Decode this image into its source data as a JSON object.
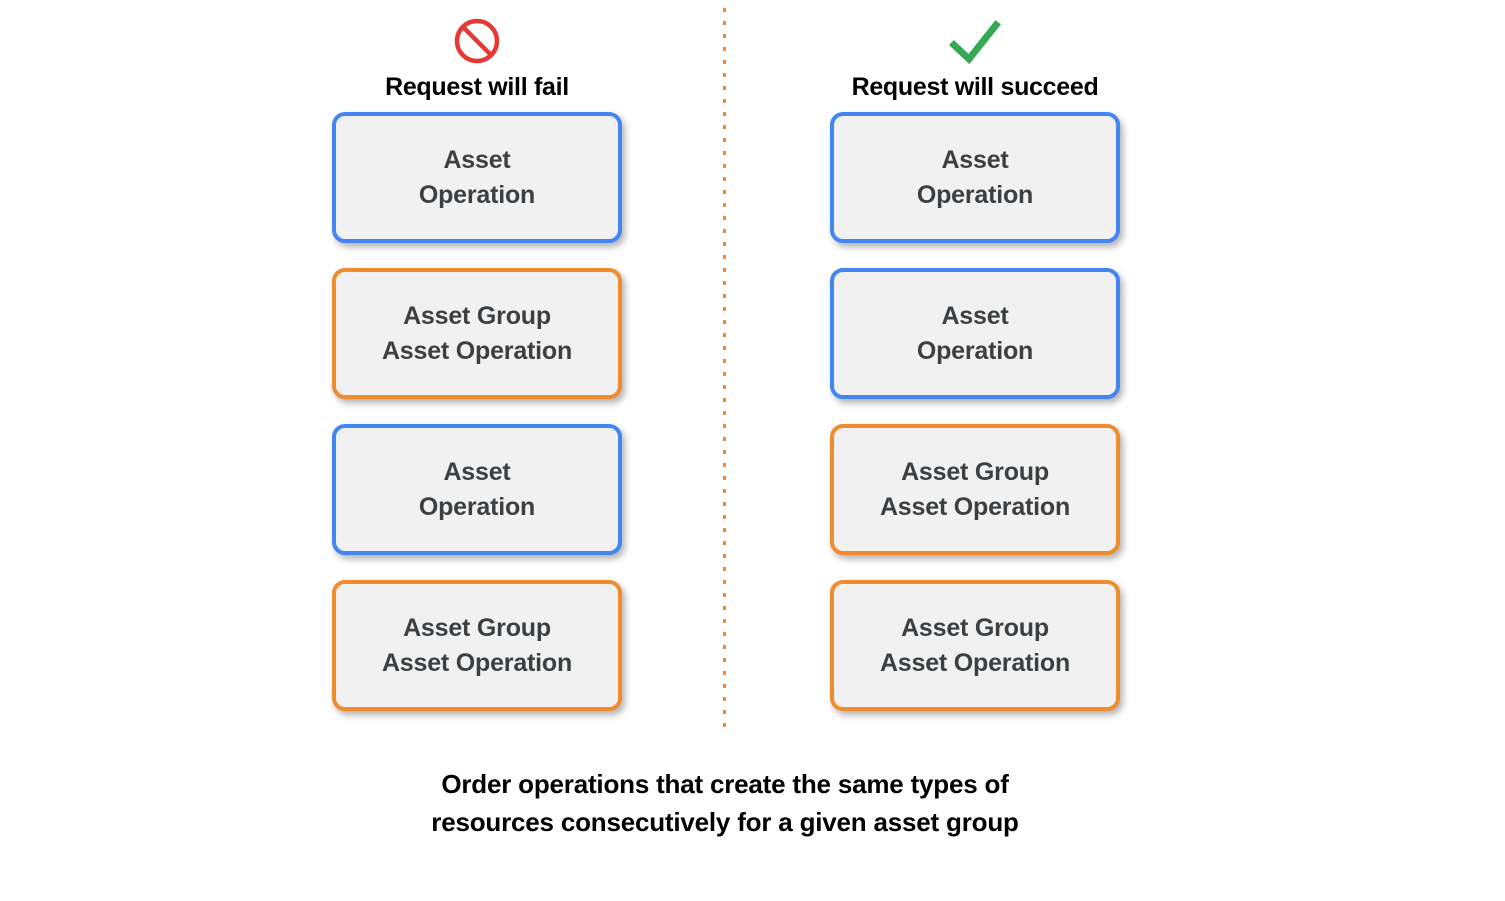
{
  "diagram": {
    "type": "comparison-diagram",
    "background_color": "#ffffff",
    "caption": "Order operations that create the same types of\nresources consecutively for a given asset group",
    "divider": {
      "style": "dotted-vertical",
      "color": "#ee8c2e"
    },
    "colors": {
      "asset_operation_border": "#4285f4",
      "asset_group_operation_border": "#ee8c2e",
      "card_fill": "#f1f1f1",
      "card_text": "#3c4043",
      "fail_icon": "#e53935",
      "succeed_icon": "#34a853"
    },
    "columns": [
      {
        "id": "fail",
        "icon_name": "prohibition-icon",
        "icon_color": "#e53935",
        "header": "Request will fail",
        "cards": [
          {
            "label": "Asset\nOperation",
            "kind": "asset-operation",
            "border_color": "#4285f4"
          },
          {
            "label": "Asset Group\nAsset Operation",
            "kind": "asset-group-asset-operation",
            "border_color": "#ee8c2e"
          },
          {
            "label": "Asset\nOperation",
            "kind": "asset-operation",
            "border_color": "#4285f4"
          },
          {
            "label": "Asset Group\nAsset Operation",
            "kind": "asset-group-asset-operation",
            "border_color": "#ee8c2e"
          }
        ]
      },
      {
        "id": "succeed",
        "icon_name": "checkmark-icon",
        "icon_color": "#34a853",
        "header": "Request will succeed",
        "cards": [
          {
            "label": "Asset\nOperation",
            "kind": "asset-operation",
            "border_color": "#4285f4"
          },
          {
            "label": "Asset\nOperation",
            "kind": "asset-operation",
            "border_color": "#4285f4"
          },
          {
            "label": "Asset Group\nAsset Operation",
            "kind": "asset-group-asset-operation",
            "border_color": "#ee8c2e"
          },
          {
            "label": "Asset Group\nAsset Operation",
            "kind": "asset-group-asset-operation",
            "border_color": "#ee8c2e"
          }
        ]
      }
    ]
  }
}
